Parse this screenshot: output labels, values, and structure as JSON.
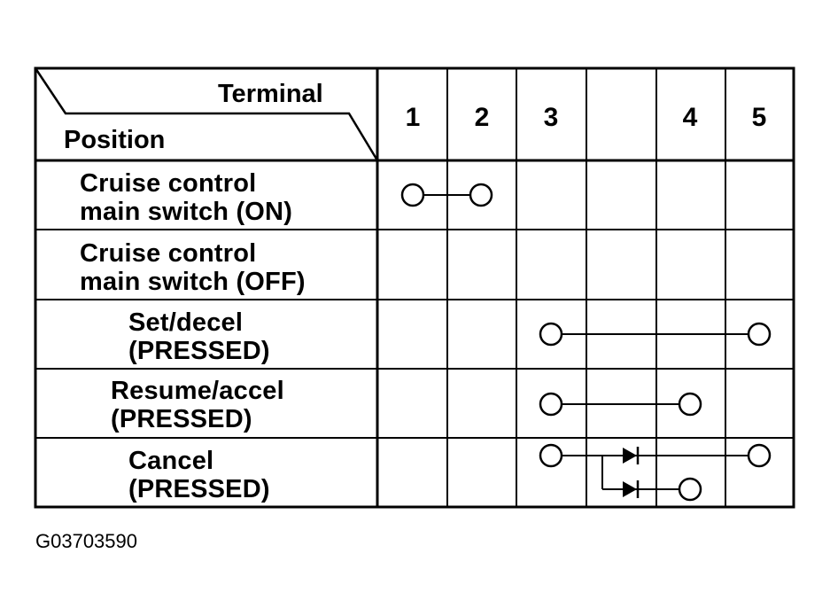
{
  "header": {
    "terminal_label": "Terminal",
    "position_label": "Position"
  },
  "terminals": [
    "1",
    "2",
    "3",
    "",
    "4",
    "5"
  ],
  "rows": [
    {
      "line1": "Cruise control",
      "line2": "main switch (ON)"
    },
    {
      "line1": "Cruise control",
      "line2": "main switch (OFF)"
    },
    {
      "line1": "Set/decel",
      "line2": "(PRESSED)"
    },
    {
      "line1": "Resume/accel",
      "line2": "(PRESSED)"
    },
    {
      "line1": "Cancel",
      "line2": "(PRESSED)"
    }
  ],
  "figure_id": "G03703590"
}
